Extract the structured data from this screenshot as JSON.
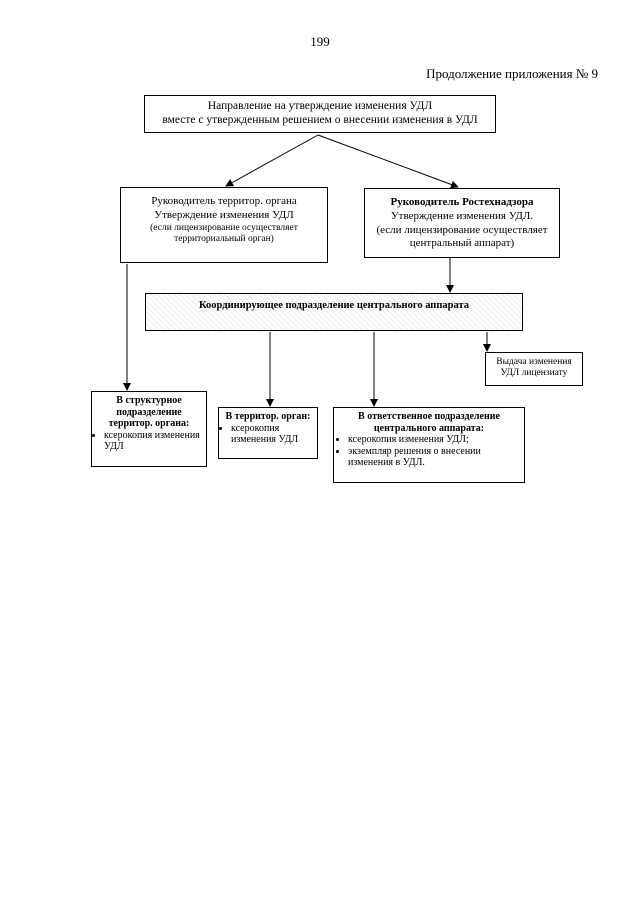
{
  "page_number": "199",
  "appendix_label": "Продолжение приложения № 9",
  "top_box": {
    "line1": "Направление на утверждение изменения УДЛ",
    "line2": "вместе с утвержденным решением о внесении изменения в УДЛ"
  },
  "left_head": {
    "line1": "Руководитель территор. органа",
    "line2": "Утверждение изменения УДЛ",
    "line3": "(если лицензирование осуществляет",
    "line4": "территориальный орган)"
  },
  "right_head": {
    "line1": "Руководитель Ростехнадзора",
    "line2": "Утверждение изменения УДЛ.",
    "line3": "(если лицензирование осуществляет",
    "line4": "центральный аппарат)"
  },
  "coord_box": {
    "label": "Координирующее подразделение центрального аппарата"
  },
  "issue_box": {
    "line1": "Выдача изменения",
    "line2": "УДЛ  лицензиату"
  },
  "structural_box": {
    "title1": "В структурное",
    "title2": "подразделение",
    "title3": "территор. органа:",
    "bullet": "ксерокопия изменения УДЛ"
  },
  "territorial_box": {
    "title": "В территор. орган:",
    "bullet": "ксерокопия изменения УДЛ"
  },
  "central_box": {
    "title1": "В ответственное подразделение",
    "title2": "центрального аппарата:",
    "bullets": [
      "ксерокопия изменения УДЛ;",
      "экземпляр решения о внесении изменения в УДЛ."
    ]
  }
}
